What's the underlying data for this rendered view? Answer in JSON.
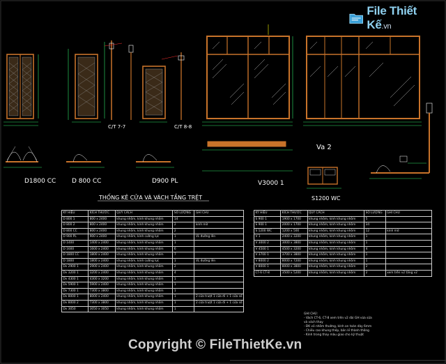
{
  "logo": {
    "name": "File Thiết Kế",
    "suffix": ".vn"
  },
  "drawing_labels": {
    "d1800": "D1800 CC",
    "d800": "D 800 CC",
    "d900": "D900 PL",
    "cut77": "C/T 7-7",
    "cut88": "C/T 8-8",
    "v3000": "V3000 1",
    "va2": "Va 2",
    "s1200": "S1200 WC",
    "table_title": "THỐNG KÊ CỬA VÀ VÁCH TẦNG TRỆT"
  },
  "table_left": {
    "headers": [
      "KÝ HIỆU",
      "KÍCH THƯỚC",
      "QUY CÁCH",
      "SỐ LƯỢNG",
      "GHI CHÚ"
    ],
    "rows": [
      [
        "D 800 1",
        "800 x 2400",
        "khung nhôm, kính khung nhôm",
        "14",
        ""
      ],
      [
        "D 800 2",
        "800 x 2400",
        "khung nhôm, kính khung nhôm",
        "2",
        "kính mờ"
      ],
      [
        "D 800 CC",
        "800 x 2400",
        "khung nhôm, kính khung nhôm",
        "2",
        ""
      ],
      [
        "D 900 PL",
        "900 x 2400",
        "khung nhôm, kính cường lực",
        "1",
        "VL đường lên"
      ],
      [
        "D 1400",
        "1400 x 2400",
        "khung nhôm, kính khung nhôm",
        "1",
        ""
      ],
      [
        "D 1600",
        "1600 x 2400",
        "khung nhôm, kính khung nhôm",
        "6",
        ""
      ],
      [
        "D 1800 CC",
        "1800 x 2400",
        "khung nhôm, kính khung nhôm",
        "7",
        ""
      ],
      [
        "D 1800",
        "1800 x 2400",
        "khung nhôm, kính cường lực",
        "1",
        "VL đường lên"
      ],
      [
        "Dv 2900 1",
        "2900 x 2400",
        "khung nhôm, kính khung nhôm",
        "2",
        ""
      ],
      [
        "Dv 3200 1",
        "3200 x 2400",
        "khung nhôm, kính khung nhôm",
        "4",
        ""
      ],
      [
        "Dv 4300 1",
        "4300 x 3200",
        "khung nhôm, kính khung nhôm",
        "1",
        ""
      ],
      [
        "Dv 5900 1",
        "5900 x 2400",
        "khung nhôm, kính khung nhôm",
        "1",
        ""
      ],
      [
        "Dv 7300 1",
        "7300 x 3800",
        "khung nhôm, kính khung nhôm",
        "1",
        ""
      ],
      [
        "Dv 8000 1",
        "8000 x 2400",
        "khung nhôm, kính khung nhôm",
        "1",
        "2 cửa trượt 1 cửa đi + 1 cửa sổ"
      ],
      [
        "Dv 8000 2",
        "7300 x 3800",
        "khung nhôm, kính khung nhôm",
        "1",
        "2 cửa trượt 1 cửa đi + 1 cửa sổ"
      ],
      [
        "Dv 3050",
        "3050 x 3050",
        "khung nhôm, kính khung nhôm",
        "1",
        ""
      ]
    ]
  },
  "table_right": {
    "headers": [
      "KÝ HIỆU",
      "KÍCH THƯỚC",
      "QUY CÁCH",
      "SỐ LƯỢNG",
      "GHI CHÚ"
    ],
    "rows": [
      [
        "S 900 1",
        "1900 x 1700",
        "khung nhôm, kính khung nhôm",
        "5",
        ""
      ],
      [
        "S 900 1",
        "2000 x 1700",
        "khung nhôm, kính khung nhôm",
        "34",
        ""
      ],
      [
        "S 1200 WC",
        "1200 x 500",
        "khung nhôm, kính khung nhôm",
        "12",
        "kính mờ"
      ],
      [
        "V 1",
        "2400 x 3200",
        "khung nhôm, kính khung nhôm",
        "1",
        ""
      ],
      [
        "V 3000 2",
        "3000 x 3800",
        "khung nhôm, kính khung nhôm",
        "1",
        ""
      ],
      [
        "V 4500 1",
        "4500 x 3200",
        "khung nhôm, kính khung nhôm",
        "4",
        ""
      ],
      [
        "V 3700 1",
        "3700 x 3800",
        "khung nhôm, kính khung nhôm",
        "1",
        ""
      ],
      [
        "V 8000 2",
        "8000 x 7200",
        "khung nhôm, kính khung nhôm",
        "1",
        ""
      ],
      [
        "V 8000 1",
        "8000 x 3800",
        "khung nhôm, kính khung nhôm",
        "2",
        ""
      ],
      [
        "CT-6 CT-8",
        "3500 x 5200",
        "khung nhôm, kính khung nhôm",
        "2",
        "xem trên v2 tầng v2"
      ]
    ]
  },
  "notes": [
    "GHI CHÚ:",
    "- Vách CT-6, CT-8 xem trên v2 dài GH vừa sửa",
    "  và vách thay",
    "- ĐK vỏ nhôm thường, kính an toàn dày 6mm",
    "- Chiều cao khung thép, bản lề thành thông",
    "- Kính trong thay màu giao cho kỹ thuật"
  ],
  "watermark": "Copyright © FileThietKe.vn",
  "accent_colors": {
    "frame": "#c8732a",
    "glass": "#ffffff",
    "dim": "#2ee86a",
    "highlight": "#ffff00",
    "red": "#ff3030"
  }
}
